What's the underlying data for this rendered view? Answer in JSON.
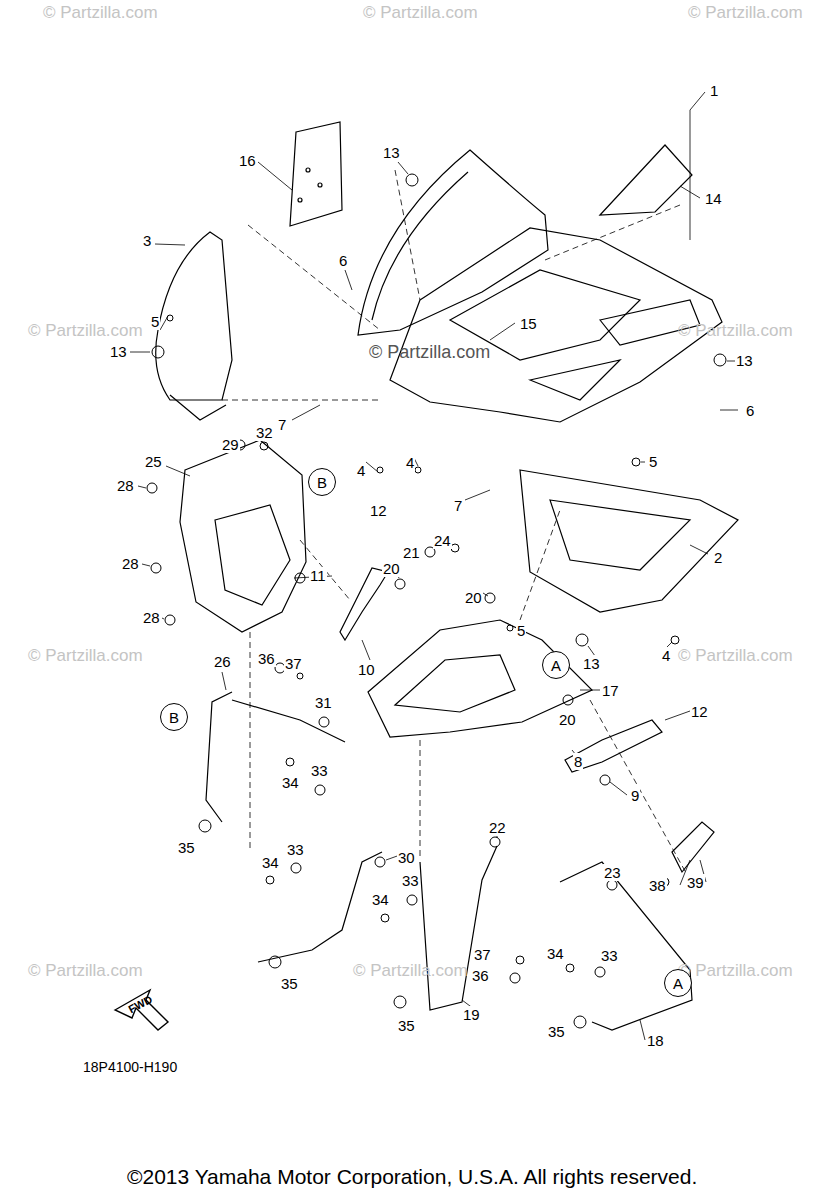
{
  "diagram": {
    "nodes": [
      {
        "text": [
          "B"
        ]
      },
      {
        "text": [
          "B"
        ]
      },
      {
        "text": [
          "A"
        ]
      },
      {
        "text": [
          "A"
        ]
      }
    ],
    "labels": [
      "16",
      "13",
      "14",
      "1",
      "3",
      "6",
      "15",
      "5",
      "13",
      "13",
      "6",
      "7",
      "4",
      "4",
      "7",
      "5",
      "2",
      "29",
      "32",
      "25",
      "28",
      "12",
      "21",
      "24",
      "28",
      "11",
      "20",
      "20",
      "5",
      "13",
      "4",
      "28",
      "10",
      "26",
      "36",
      "37",
      "17",
      "12",
      "31",
      "20",
      "8",
      "9",
      "34",
      "33",
      "35",
      "30",
      "38",
      "39",
      "22",
      "23",
      "34",
      "33",
      "33",
      "34",
      "37",
      "36",
      "33",
      "34",
      "35",
      "35",
      "19",
      "18",
      "35",
      "FWD",
      "18P4100-H190",
      "©2013  Yamaha Motor Corporation, U.S.A. All rights reserved.",
      "© Partzilla.com",
      "© Partzilla.com",
      "© Partzilla.com",
      "© Partzilla.com",
      "© Partzilla.com",
      "© Partzilla.com",
      "© Partzilla.com",
      "© Partzilla.com",
      "© Partzilla.com",
      "© Partzilla.com",
      "© Partzilla.com"
    ]
  }
}
